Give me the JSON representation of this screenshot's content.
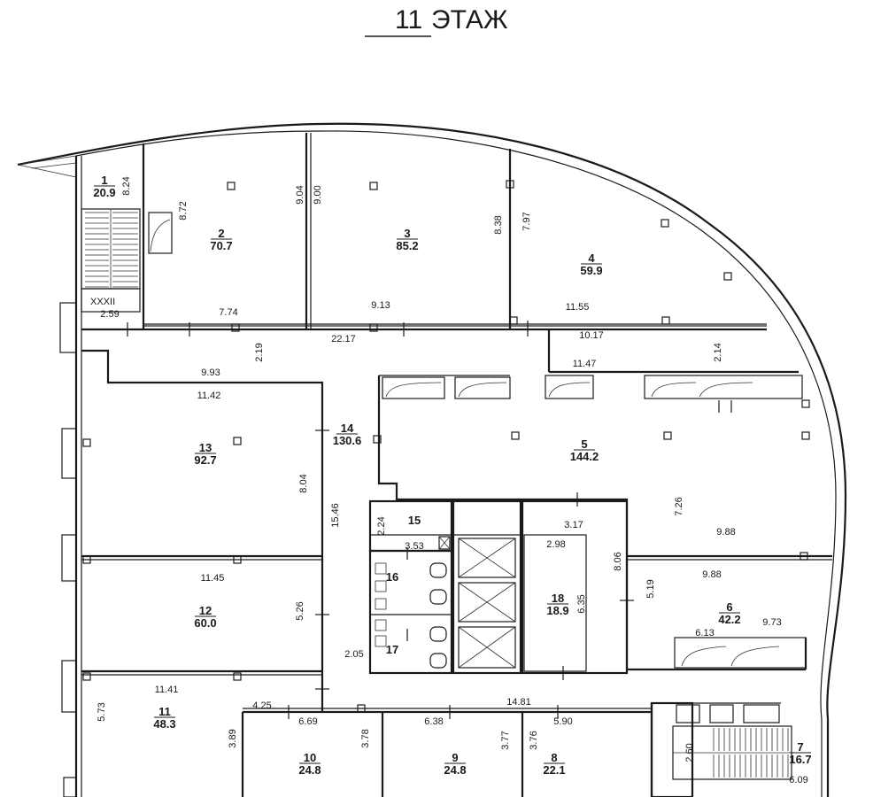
{
  "title": {
    "floor_number": "11",
    "floor_word": "ЭТАЖ"
  },
  "rooms": [
    {
      "id": "r1",
      "number": "1",
      "area": "20.9"
    },
    {
      "id": "r2",
      "number": "2",
      "area": "70.7"
    },
    {
      "id": "r3",
      "number": "3",
      "area": "85.2"
    },
    {
      "id": "r4",
      "number": "4",
      "area": "59.9"
    },
    {
      "id": "r5",
      "number": "5",
      "area": "144.2"
    },
    {
      "id": "r6",
      "number": "6",
      "area": "42.2"
    },
    {
      "id": "r7",
      "number": "7",
      "area": "16.7"
    },
    {
      "id": "r8",
      "number": "8",
      "area": "22.1"
    },
    {
      "id": "r9",
      "number": "9",
      "area": "24.8"
    },
    {
      "id": "r10",
      "number": "10",
      "area": "24.8"
    },
    {
      "id": "r11",
      "number": "11",
      "area": "48.3"
    },
    {
      "id": "r12",
      "number": "12",
      "area": "60.0"
    },
    {
      "id": "r13",
      "number": "13",
      "area": "92.7"
    },
    {
      "id": "r14",
      "number": "14",
      "area": "130.6"
    },
    {
      "id": "r15",
      "number": "15",
      "area": ""
    },
    {
      "id": "r16",
      "number": "16",
      "area": ""
    },
    {
      "id": "r17",
      "number": "17",
      "area": ""
    },
    {
      "id": "r18",
      "number": "18",
      "area": "18.9"
    }
  ],
  "stair_label": "XXXII",
  "dimensions": [
    "8.24",
    "2.59",
    "8.72",
    "7.74",
    "9.04",
    "9.00",
    "9.13",
    "8.38",
    "7.97",
    "11.55",
    "2.19",
    "22.17",
    "10.17",
    "2.14",
    "11.47",
    "9.93",
    "11.42",
    "8.04",
    "15.46",
    "2.24",
    "3.53",
    "3.17",
    "2.98",
    "8.06",
    "7.26",
    "9.88",
    "9.88",
    "5.19",
    "6.35",
    "9.73",
    "6.13",
    "11.45",
    "5.26",
    "2.05",
    "11.41",
    "4.25",
    "14.81",
    "5.73",
    "6.69",
    "6.38",
    "5.90",
    "3.89",
    "3.78",
    "3.77",
    "3.76",
    "2.60",
    "6.09"
  ]
}
